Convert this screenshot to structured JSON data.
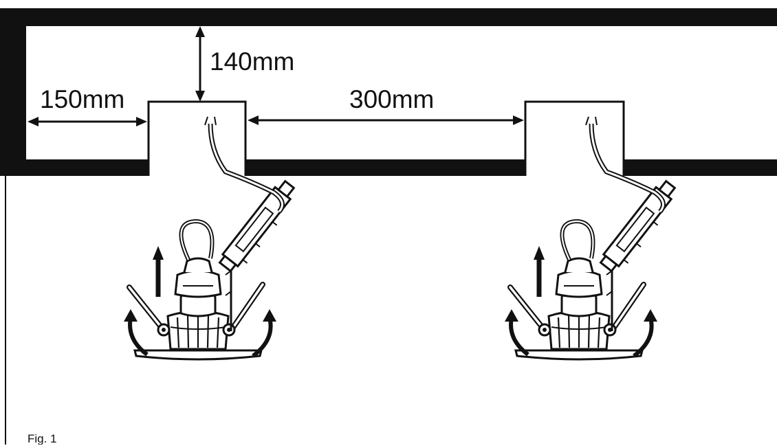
{
  "diagram": {
    "dimensions": {
      "ceiling_depth": "140mm",
      "edge_offset": "150mm",
      "spacing": "300mm"
    },
    "caption": "Fig. 1"
  },
  "colors": {
    "ink": "#111111",
    "background": "#ffffff"
  }
}
